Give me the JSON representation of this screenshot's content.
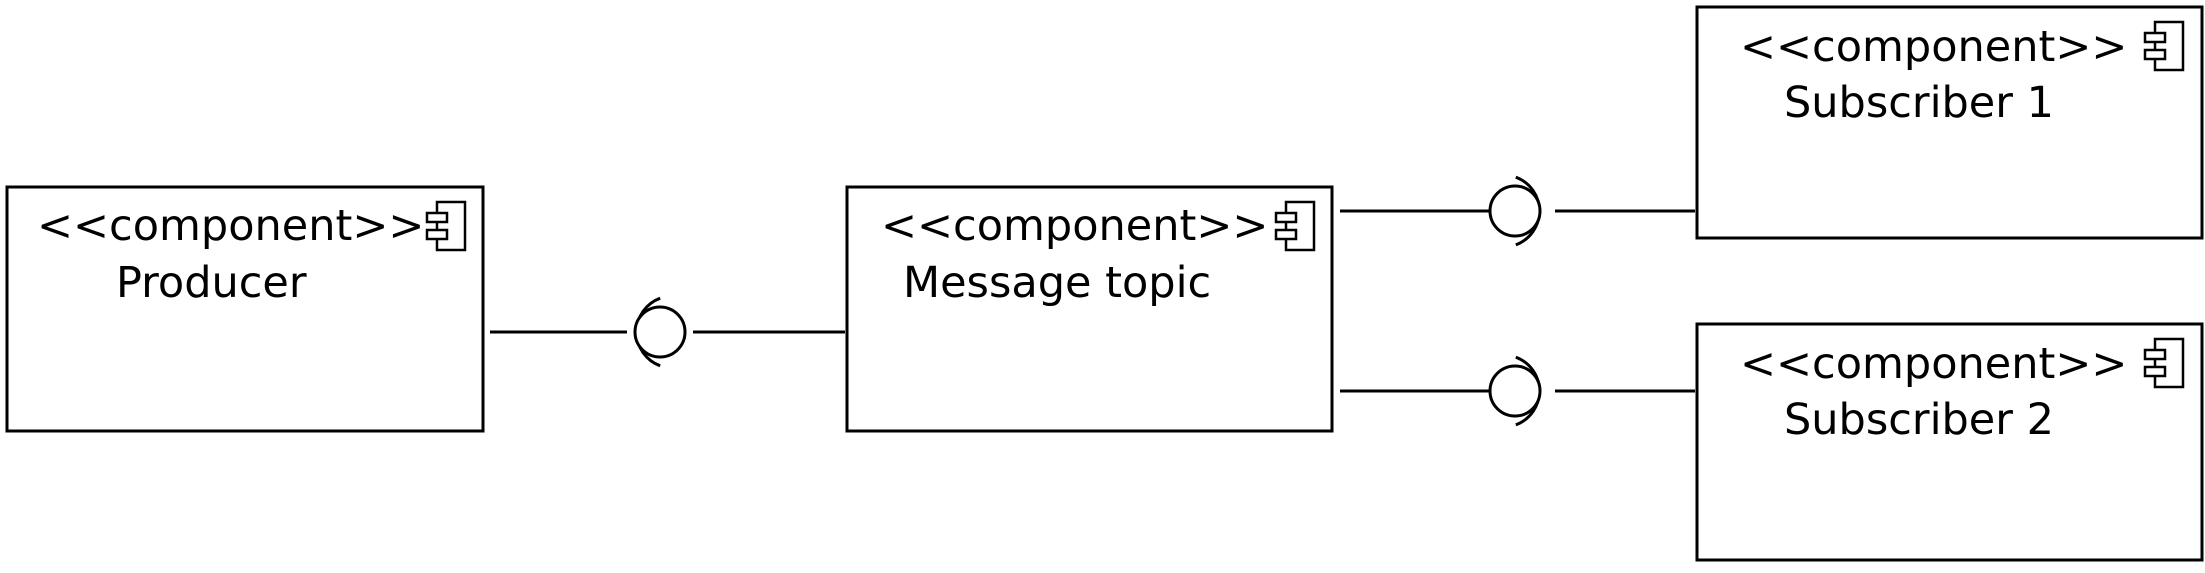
{
  "diagram": {
    "components": [
      {
        "id": "producer",
        "stereotype": "<<component>>",
        "name": "Producer"
      },
      {
        "id": "topic",
        "stereotype": "<<component>>",
        "name": "Message topic"
      },
      {
        "id": "sub1",
        "stereotype": "<<component>>",
        "name": "Subscriber 1"
      },
      {
        "id": "sub2",
        "stereotype": "<<component>>",
        "name": "Subscriber 2"
      }
    ],
    "icon": "component-icon",
    "interfaces": [
      {
        "from": "producer",
        "to": "topic",
        "type": "ball-and-socket"
      },
      {
        "from": "topic",
        "to": "sub1",
        "type": "ball-and-socket"
      },
      {
        "from": "topic",
        "to": "sub2",
        "type": "ball-and-socket"
      }
    ]
  }
}
